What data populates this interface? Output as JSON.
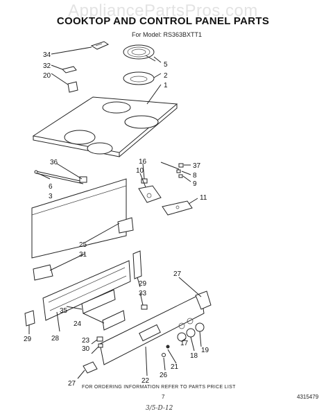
{
  "watermark": "AppliancePartsPros.com",
  "title": "COOKTOP AND CONTROL PANEL PARTS",
  "subtitle": "For Model: RS363BXTT1",
  "footer_note": "FOR ORDERING INFORMATION REFER TO PARTS PRICE LIST",
  "page_number": "7",
  "doc_code": "4315479",
  "handwritten_note": "3/5-D-12",
  "callouts": [
    "34",
    "32",
    "20",
    "5",
    "2",
    "1",
    "36",
    "6",
    "3",
    "16",
    "10",
    "37",
    "8",
    "9",
    "11",
    "25",
    "31",
    "27",
    "29",
    "33",
    "35",
    "28",
    "24",
    "23",
    "30",
    "19",
    "18",
    "17",
    "21",
    "26",
    "22"
  ]
}
